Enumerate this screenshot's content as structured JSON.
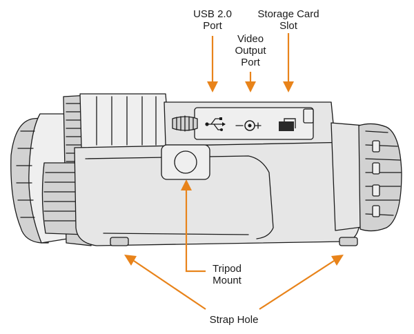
{
  "labels": {
    "usb_line1": "USB 2.0",
    "usb_line2": "Port",
    "video_line1": "Video",
    "video_line2": "Output",
    "video_line3": "Port",
    "storage_line1": "Storage Card",
    "storage_line2": "Slot",
    "tripod_line1": "Tripod",
    "tripod_line2": "Mount",
    "strap": "Strap Hole"
  },
  "colors": {
    "arrow": "#e8831a",
    "outline": "#1a1a1a",
    "body_fill": "#e6e6e6",
    "background": "#ffffff"
  },
  "icons": [
    "usb-icon",
    "video-output-icon",
    "sd-card-icon"
  ]
}
